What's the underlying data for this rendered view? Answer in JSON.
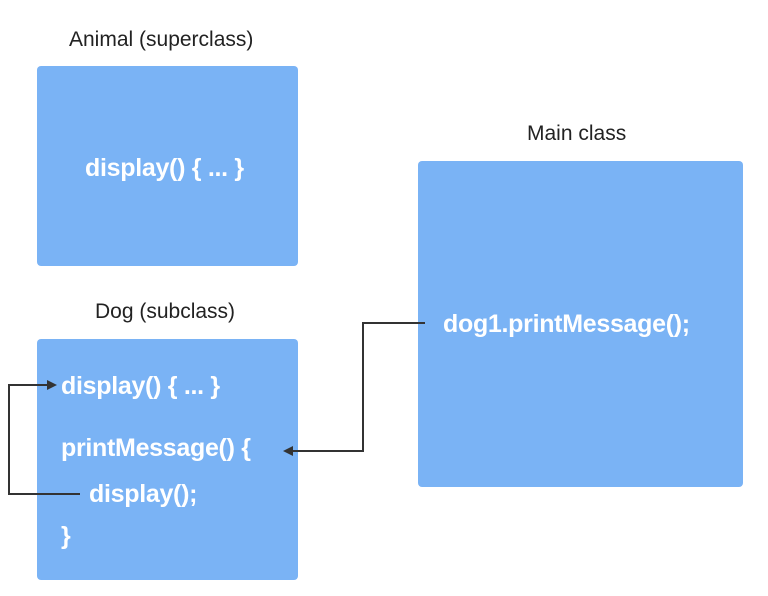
{
  "animal": {
    "caption": "Animal (superclass)",
    "method": "display() { ... }"
  },
  "dog": {
    "caption": "Dog (subclass)",
    "line1": "display() { ... }",
    "line2": "printMessage() {",
    "line3": "display();",
    "line4": "}"
  },
  "main": {
    "caption": "Main class",
    "call": "dog1.printMessage();"
  },
  "colors": {
    "box": "#7ab3f5",
    "text": "#ffffff",
    "arrow": "#333333"
  }
}
